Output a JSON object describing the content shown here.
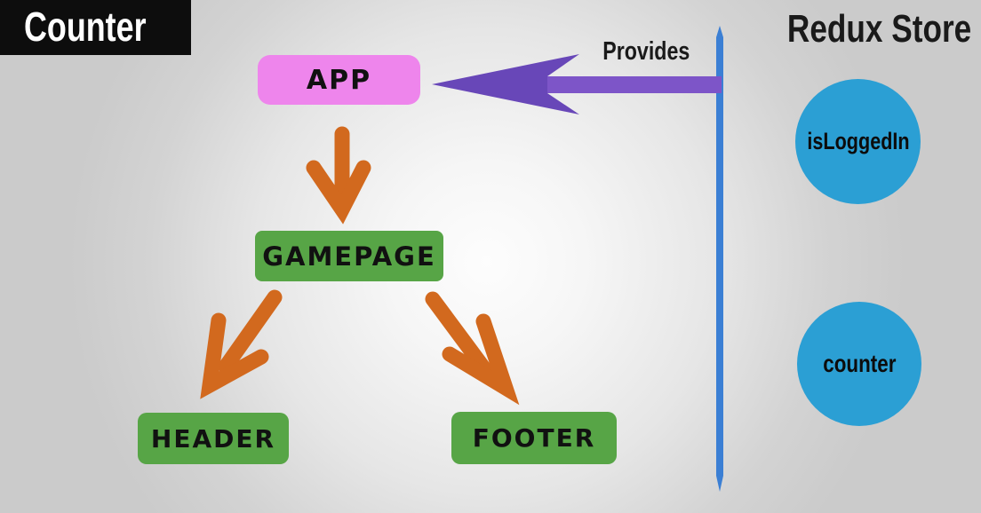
{
  "title": "Counter",
  "diagram": {
    "provides_label": "Provides",
    "nodes": {
      "app": "APP",
      "gamepage": "GAMEPAGE",
      "header": "HEADER",
      "footer": "FOOTER"
    }
  },
  "store": {
    "title": "Redux Store",
    "items": [
      {
        "label": "isLoggedIn"
      },
      {
        "label": "counter"
      }
    ]
  },
  "colors": {
    "title-bg": "#0d0d0d",
    "text-dark": "#1a1a1a",
    "pink": "#ee85ec",
    "green": "#57a546",
    "orange": "#d2691e",
    "purple-head": "#6847b8",
    "purple-shaft": "#7d55c8",
    "blue-line": "#3b7fd4",
    "circle-blue": "#2b9fd4"
  }
}
